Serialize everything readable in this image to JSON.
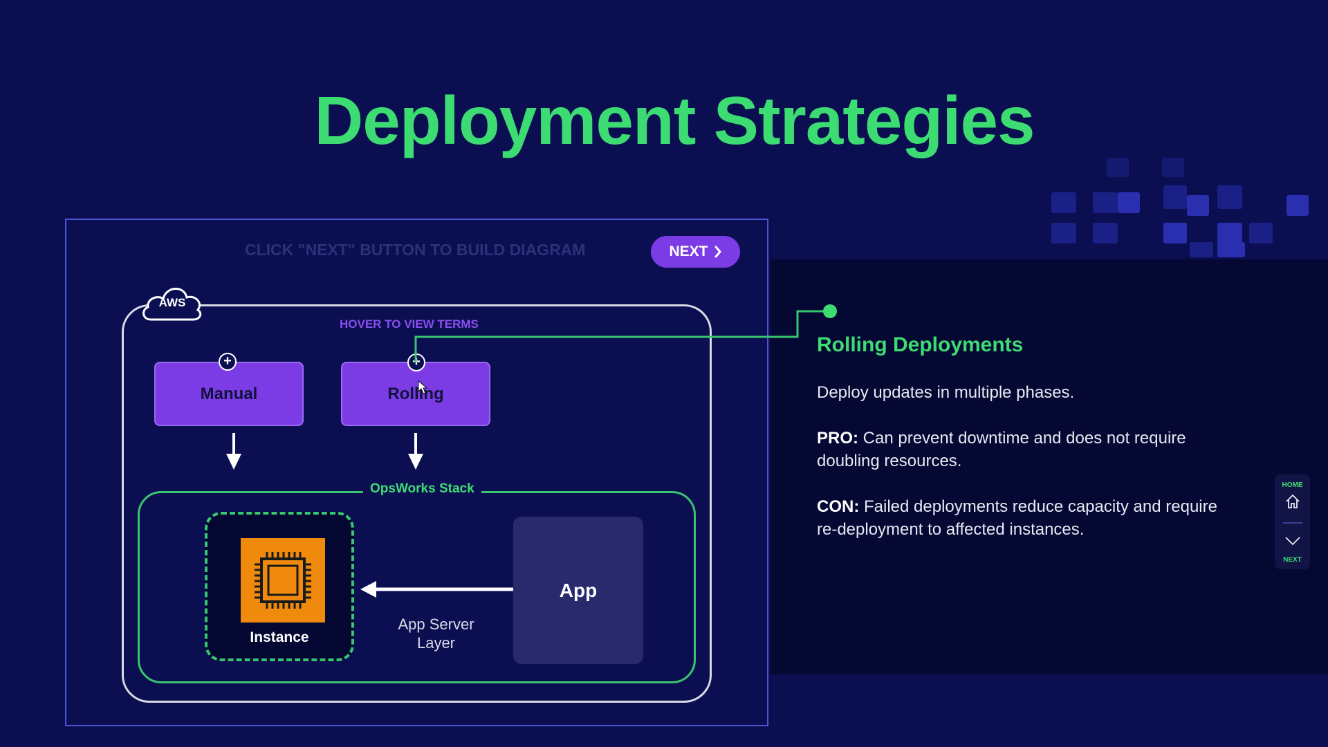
{
  "page": {
    "title": "Deployment Strategies"
  },
  "diagram": {
    "instruction": "CLICK \"NEXT\" BUTTON TO BUILD DIAGRAM",
    "next_button_label": "NEXT",
    "cloud_label": "AWS",
    "hover_hint": "HOVER TO VIEW TERMS",
    "strategies": [
      {
        "label": "Manual"
      },
      {
        "label": "Rolling"
      }
    ],
    "stack_label": "OpsWorks Stack",
    "instance_label": "Instance",
    "app_label": "App",
    "layer_label": "App Server Layer"
  },
  "term_panel": {
    "title": "Rolling Deployments",
    "description": "Deploy updates in multiple phases.",
    "pro_label": "PRO:",
    "pro_text": "Can prevent downtime and does not require doubling resources.",
    "con_label": "CON:",
    "con_text": "Failed deployments reduce capacity and require re-deployment to affected instances."
  },
  "side_nav": {
    "home_label": "HOME",
    "next_label": "NEXT"
  },
  "colors": {
    "background": "#0b0f52",
    "accent_green": "#3ddc72",
    "accent_purple": "#7b3ce6",
    "instance_orange": "#ef8a0c"
  }
}
